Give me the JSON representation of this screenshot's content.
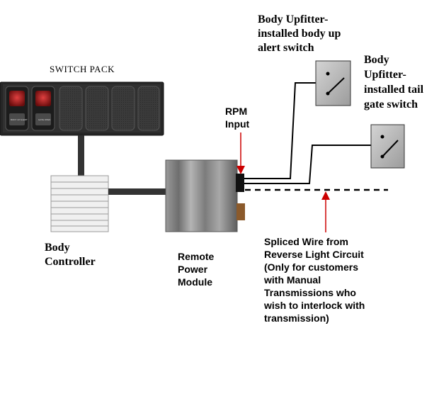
{
  "switch_pack": {
    "title": "SWITCH PACK",
    "switch1_label": "BODY UP ALERT",
    "switch2_label": "GATE OPEN"
  },
  "body_controller": {
    "line1": "Body",
    "line2": "Controller"
  },
  "remote_power_module": {
    "line1": "Remote",
    "line2": "Power",
    "line3": "Module"
  },
  "rpm_input": {
    "line1": "RPM",
    "line2": "Input"
  },
  "body_up_switch": {
    "line1": "Body Upfitter-",
    "line2": "installed body up",
    "line3": "alert switch"
  },
  "tail_gate_switch": {
    "line1": "Body",
    "line2": "Upfitter-",
    "line3": "installed tail",
    "line4": "gate switch"
  },
  "spliced_wire": {
    "line1": "Spliced Wire from",
    "line2": "Reverse Light Circuit",
    "line3": "(Only for customers",
    "line4": "with Manual",
    "line5": "Transmissions who",
    "line6": "wish to interlock with",
    "line7": "transmission)"
  },
  "colors": {
    "wire": "#000000",
    "connector_wire": "#333333",
    "arrow": "#cc0000",
    "panel": "#2b2b2b",
    "indicator_red": "#b32020",
    "module_gray": "#8a8a8a",
    "switch_gray": "#bbbbbb",
    "connector_brown": "#8b5a2b"
  }
}
